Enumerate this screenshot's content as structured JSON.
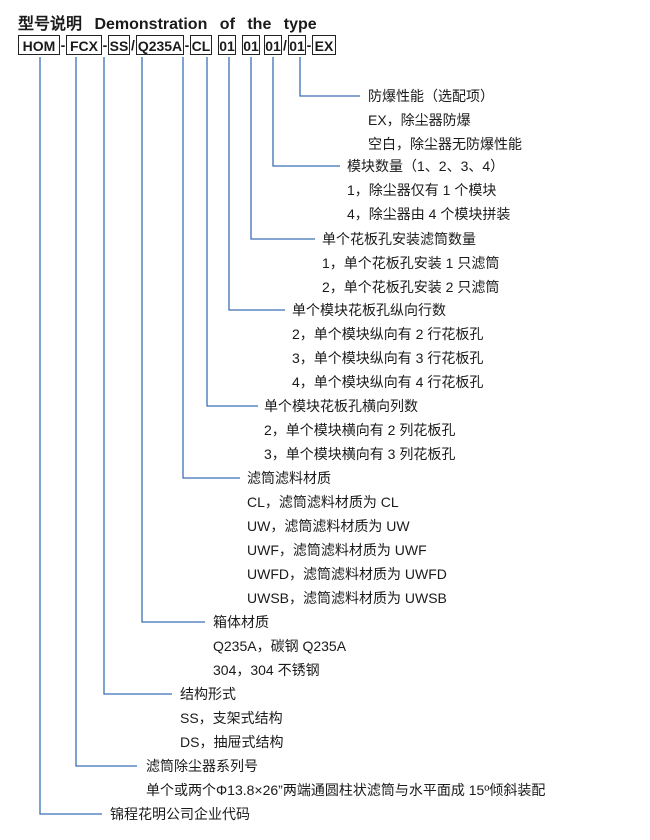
{
  "title": "型号说明 Demonstration of the type",
  "code": {
    "segments": [
      "HOM",
      "FCX",
      "SS",
      "Q235A",
      "CL",
      "01",
      "01",
      "01",
      "01",
      "EX"
    ],
    "separators": [
      "-",
      "-",
      "/",
      "-",
      "",
      "",
      "",
      "/",
      "-"
    ]
  },
  "groups": [
    {
      "label": "防爆性能（选配项）",
      "items": [
        "EX，除尘器防爆",
        "空白，除尘器无防爆性能"
      ]
    },
    {
      "label": "模块数量（1、2、3、4）",
      "items": [
        "1，除尘器仅有 1 个模块",
        "4，除尘器由 4 个模块拼装"
      ]
    },
    {
      "label": "单个花板孔安装滤筒数量",
      "items": [
        "1，单个花板孔安装 1 只滤筒",
        "2，单个花板孔安装 2 只滤筒"
      ]
    },
    {
      "label": "单个模块花板孔纵向行数",
      "items": [
        "2，单个模块纵向有 2 行花板孔",
        "3，单个模块纵向有 3 行花板孔",
        "4，单个模块纵向有 4 行花板孔"
      ]
    },
    {
      "label": "单个模块花板孔横向列数",
      "items": [
        "2，单个模块横向有 2 列花板孔",
        "3，单个模块横向有 3 列花板孔"
      ]
    },
    {
      "label": "滤筒滤料材质",
      "items": [
        "CL，滤筒滤料材质为 CL",
        "UW，滤筒滤料材质为 UW",
        "UWF，滤筒滤料材质为 UWF",
        "UWFD，滤筒滤料材质为 UWFD",
        "UWSB，滤筒滤料材质为 UWSB"
      ]
    },
    {
      "label": "箱体材质",
      "items": [
        "Q235A，碳钢 Q235A",
        "304，304 不锈钢"
      ]
    },
    {
      "label": "结构形式",
      "items": [
        "SS，支架式结构",
        "DS，抽屉式结构"
      ]
    },
    {
      "label": "滤筒除尘器系列号",
      "items": [
        "单个或两个Φ13.8×26”两端通圆柱状滤筒与水平面成 15º倾斜装配"
      ]
    },
    {
      "label": "锦程花明公司企业代码",
      "items": []
    }
  ]
}
